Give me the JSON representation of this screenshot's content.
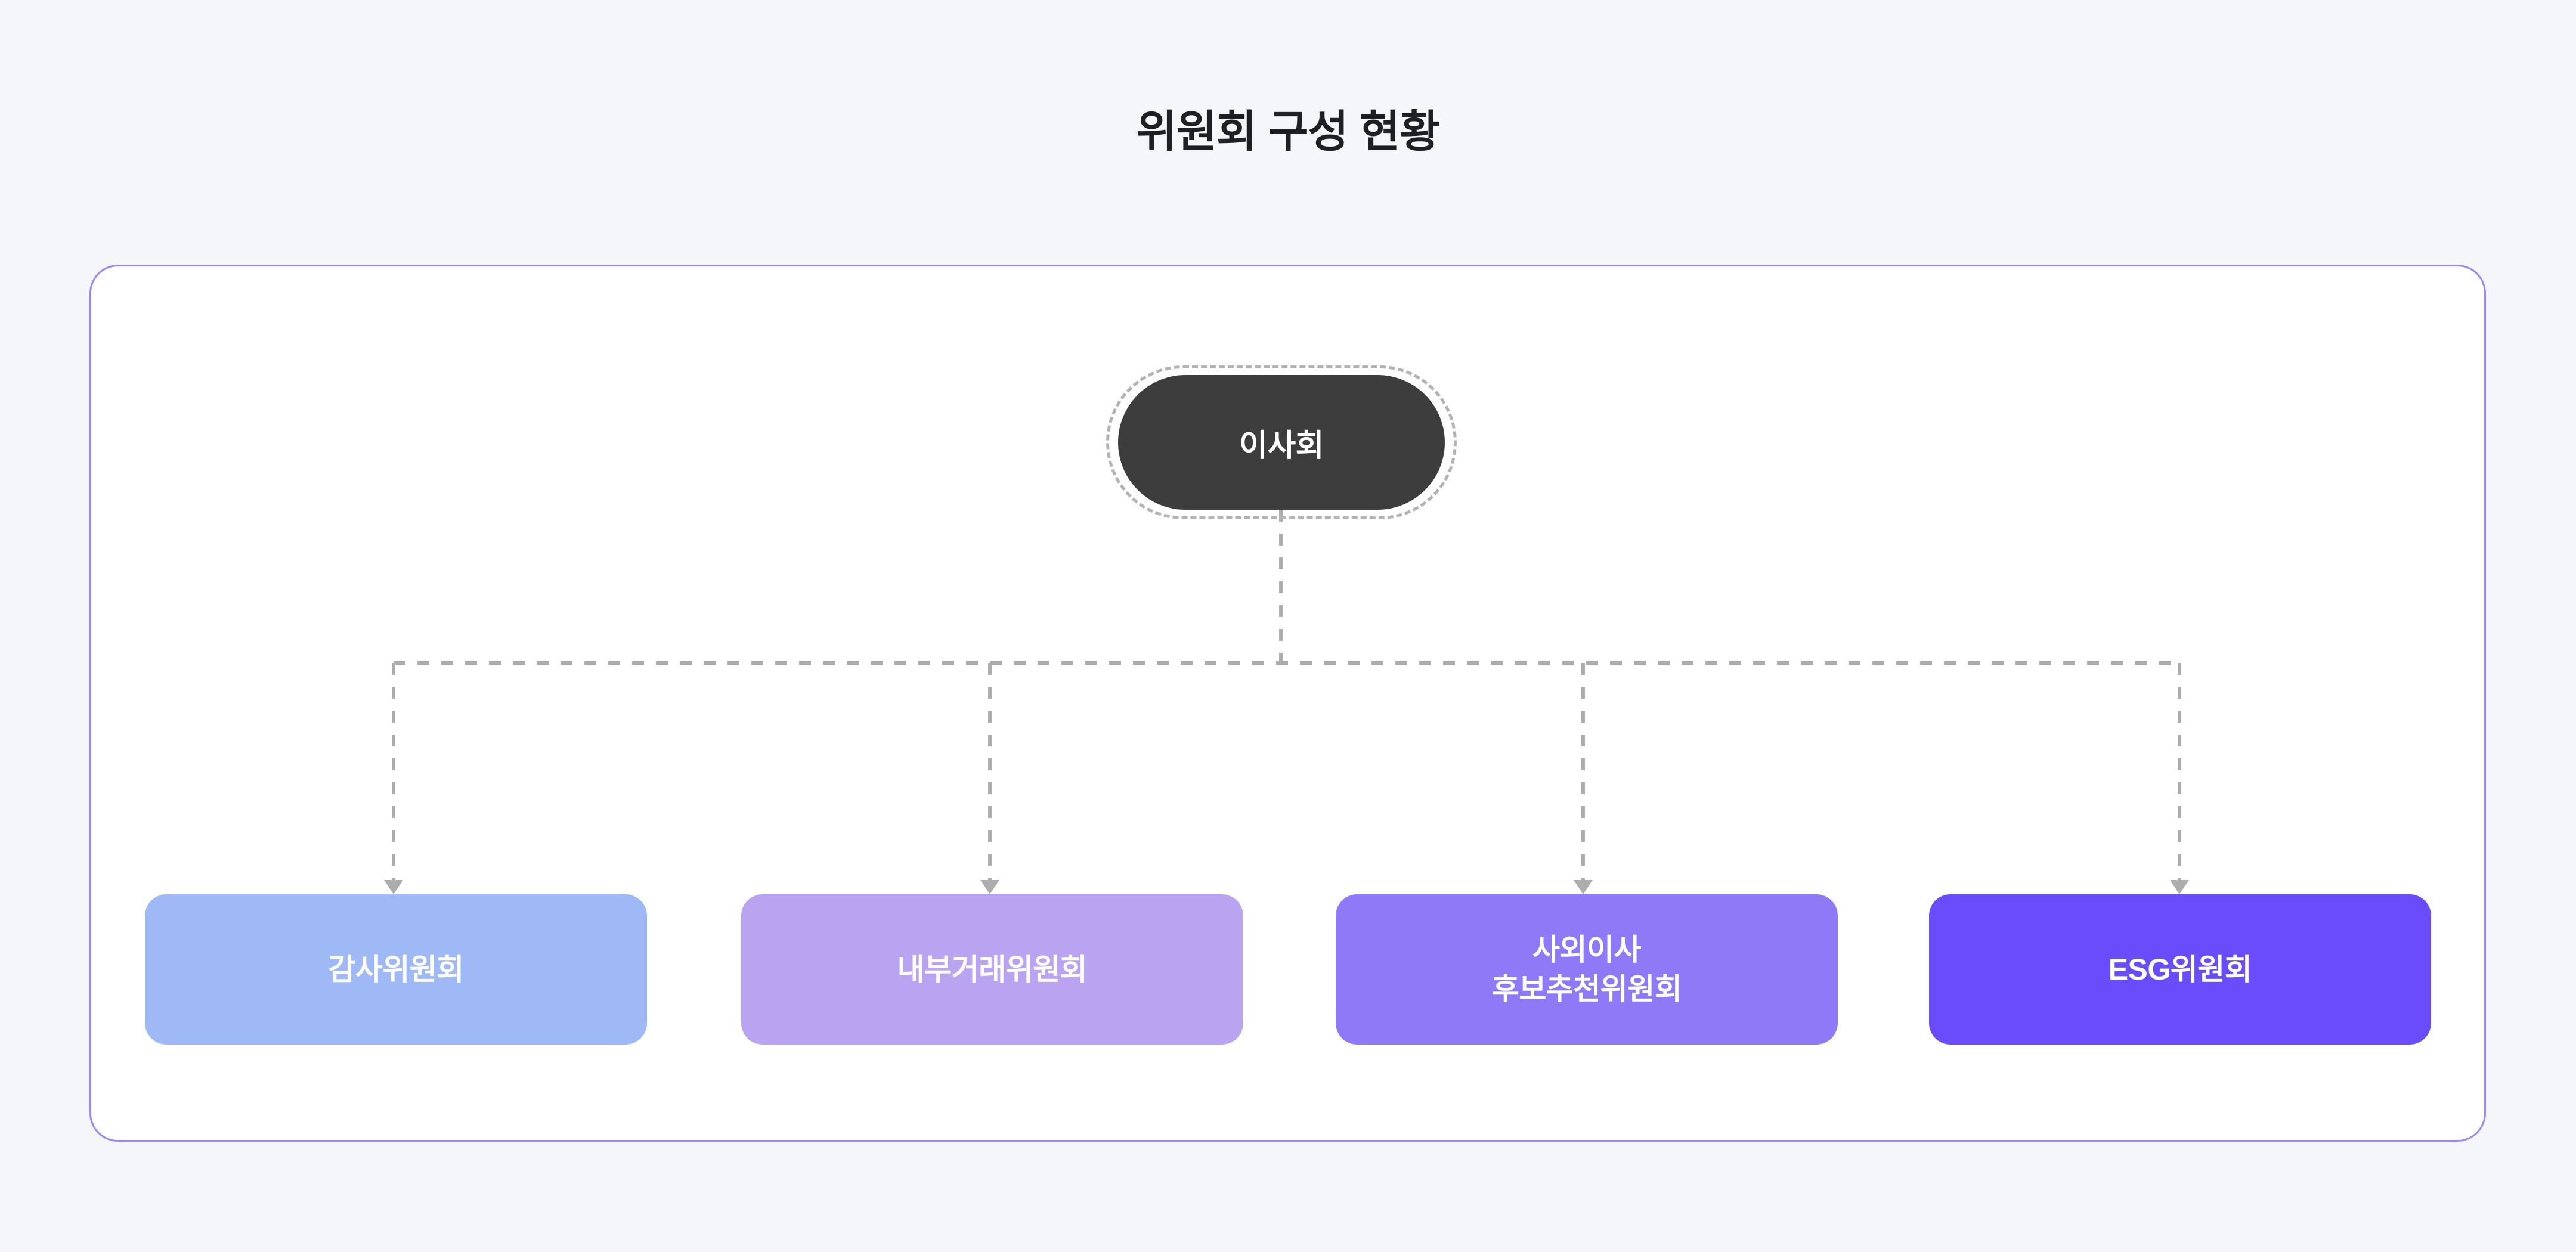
{
  "page": {
    "background_color": "#f5f6fa",
    "title": "위원회 구성 현황"
  },
  "container": {
    "background_color": "#ffffff",
    "border_color": "#9b86fa"
  },
  "connectors": {
    "style": "dashed",
    "color": "#adadad",
    "arrowhead": "triangle-down"
  },
  "org_chart": {
    "root": {
      "label": "이사회",
      "fill_color": "#3d3d3d",
      "text_color": "#ffffff",
      "outline_color": "#b3b3b3",
      "outline_style": "dashed",
      "shape": "pill"
    },
    "children": [
      {
        "label": "감사위원회",
        "fill_color": "#9fb9f7",
        "text_color": "#ffffff",
        "shape": "rounded-rect"
      },
      {
        "label": "내부거래위원회",
        "fill_color": "#b9a4f2",
        "text_color": "#ffffff",
        "shape": "rounded-rect"
      },
      {
        "label": "사외이사\n후보추천위원회",
        "fill_color": "#9079f6",
        "text_color": "#ffffff",
        "shape": "rounded-rect"
      },
      {
        "label": "ESG위원회",
        "fill_color": "#6a4cfb",
        "text_color": "#ffffff",
        "shape": "rounded-rect"
      }
    ]
  }
}
